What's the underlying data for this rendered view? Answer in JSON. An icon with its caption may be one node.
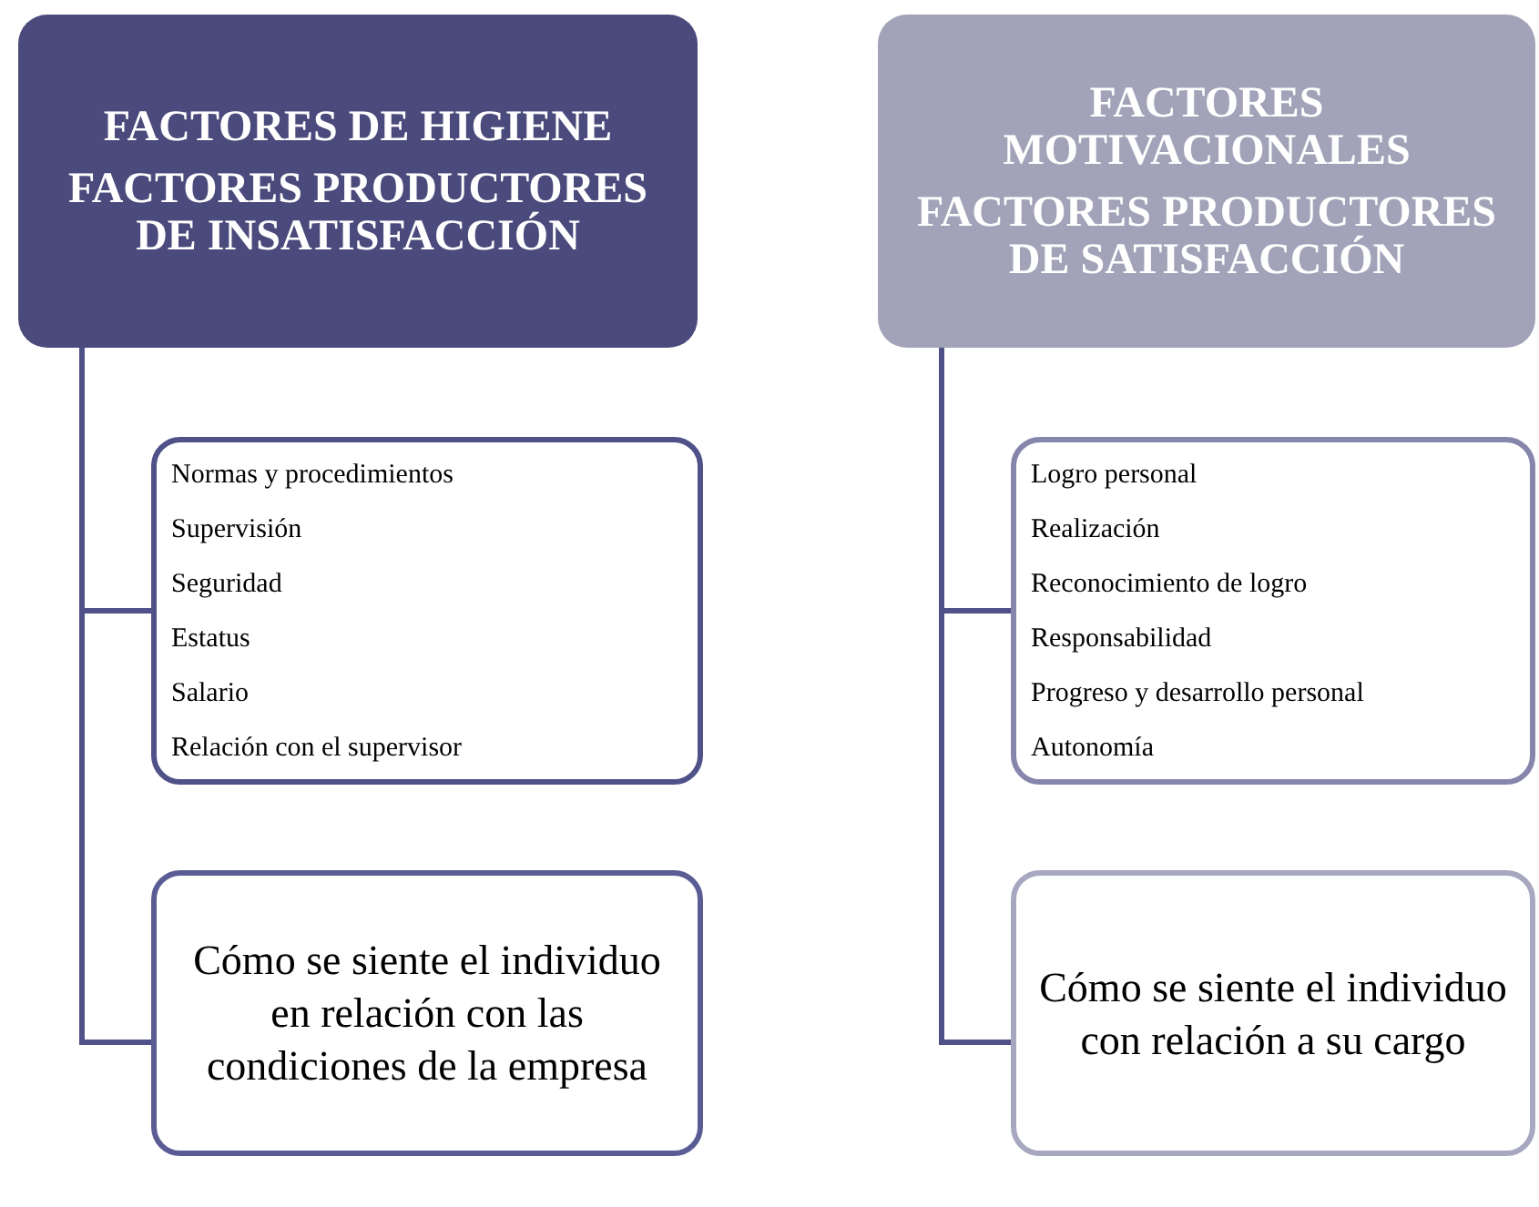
{
  "diagram": {
    "nodes": [
      {
        "text": [
          "FACTORES DE HIGIENE",
          "FACTORES PRODUCTORES DE INSATISFACCIÓN"
        ]
      },
      {
        "text": [
          "Normas y procedimientos",
          "Supervisión",
          "Seguridad",
          "Estatus",
          "Salario",
          "Relación con el supervisor"
        ]
      },
      {
        "text": [
          "Cómo se siente el individuo en relación con las condiciones de la empresa"
        ]
      },
      {
        "text": [
          "FACTORES MOTIVACIONALES",
          "FACTORES PRODUCTORES DE SATISFACCIÓN"
        ]
      },
      {
        "text": [
          "Logro personal",
          "Realización",
          "Reconocimiento de logro",
          "Responsabilidad",
          "Progreso y desarrollo personal",
          "Autonomía"
        ]
      },
      {
        "text": [
          "Cómo se siente el individuo con relación a su cargo"
        ]
      }
    ],
    "edges": [
      {
        "from": 0,
        "to": 1,
        "arrow": "none"
      },
      {
        "from": 0,
        "to": 2,
        "arrow": "none"
      },
      {
        "from": 3,
        "to": 4,
        "arrow": "none"
      },
      {
        "from": 3,
        "to": 5,
        "arrow": "none"
      }
    ]
  }
}
